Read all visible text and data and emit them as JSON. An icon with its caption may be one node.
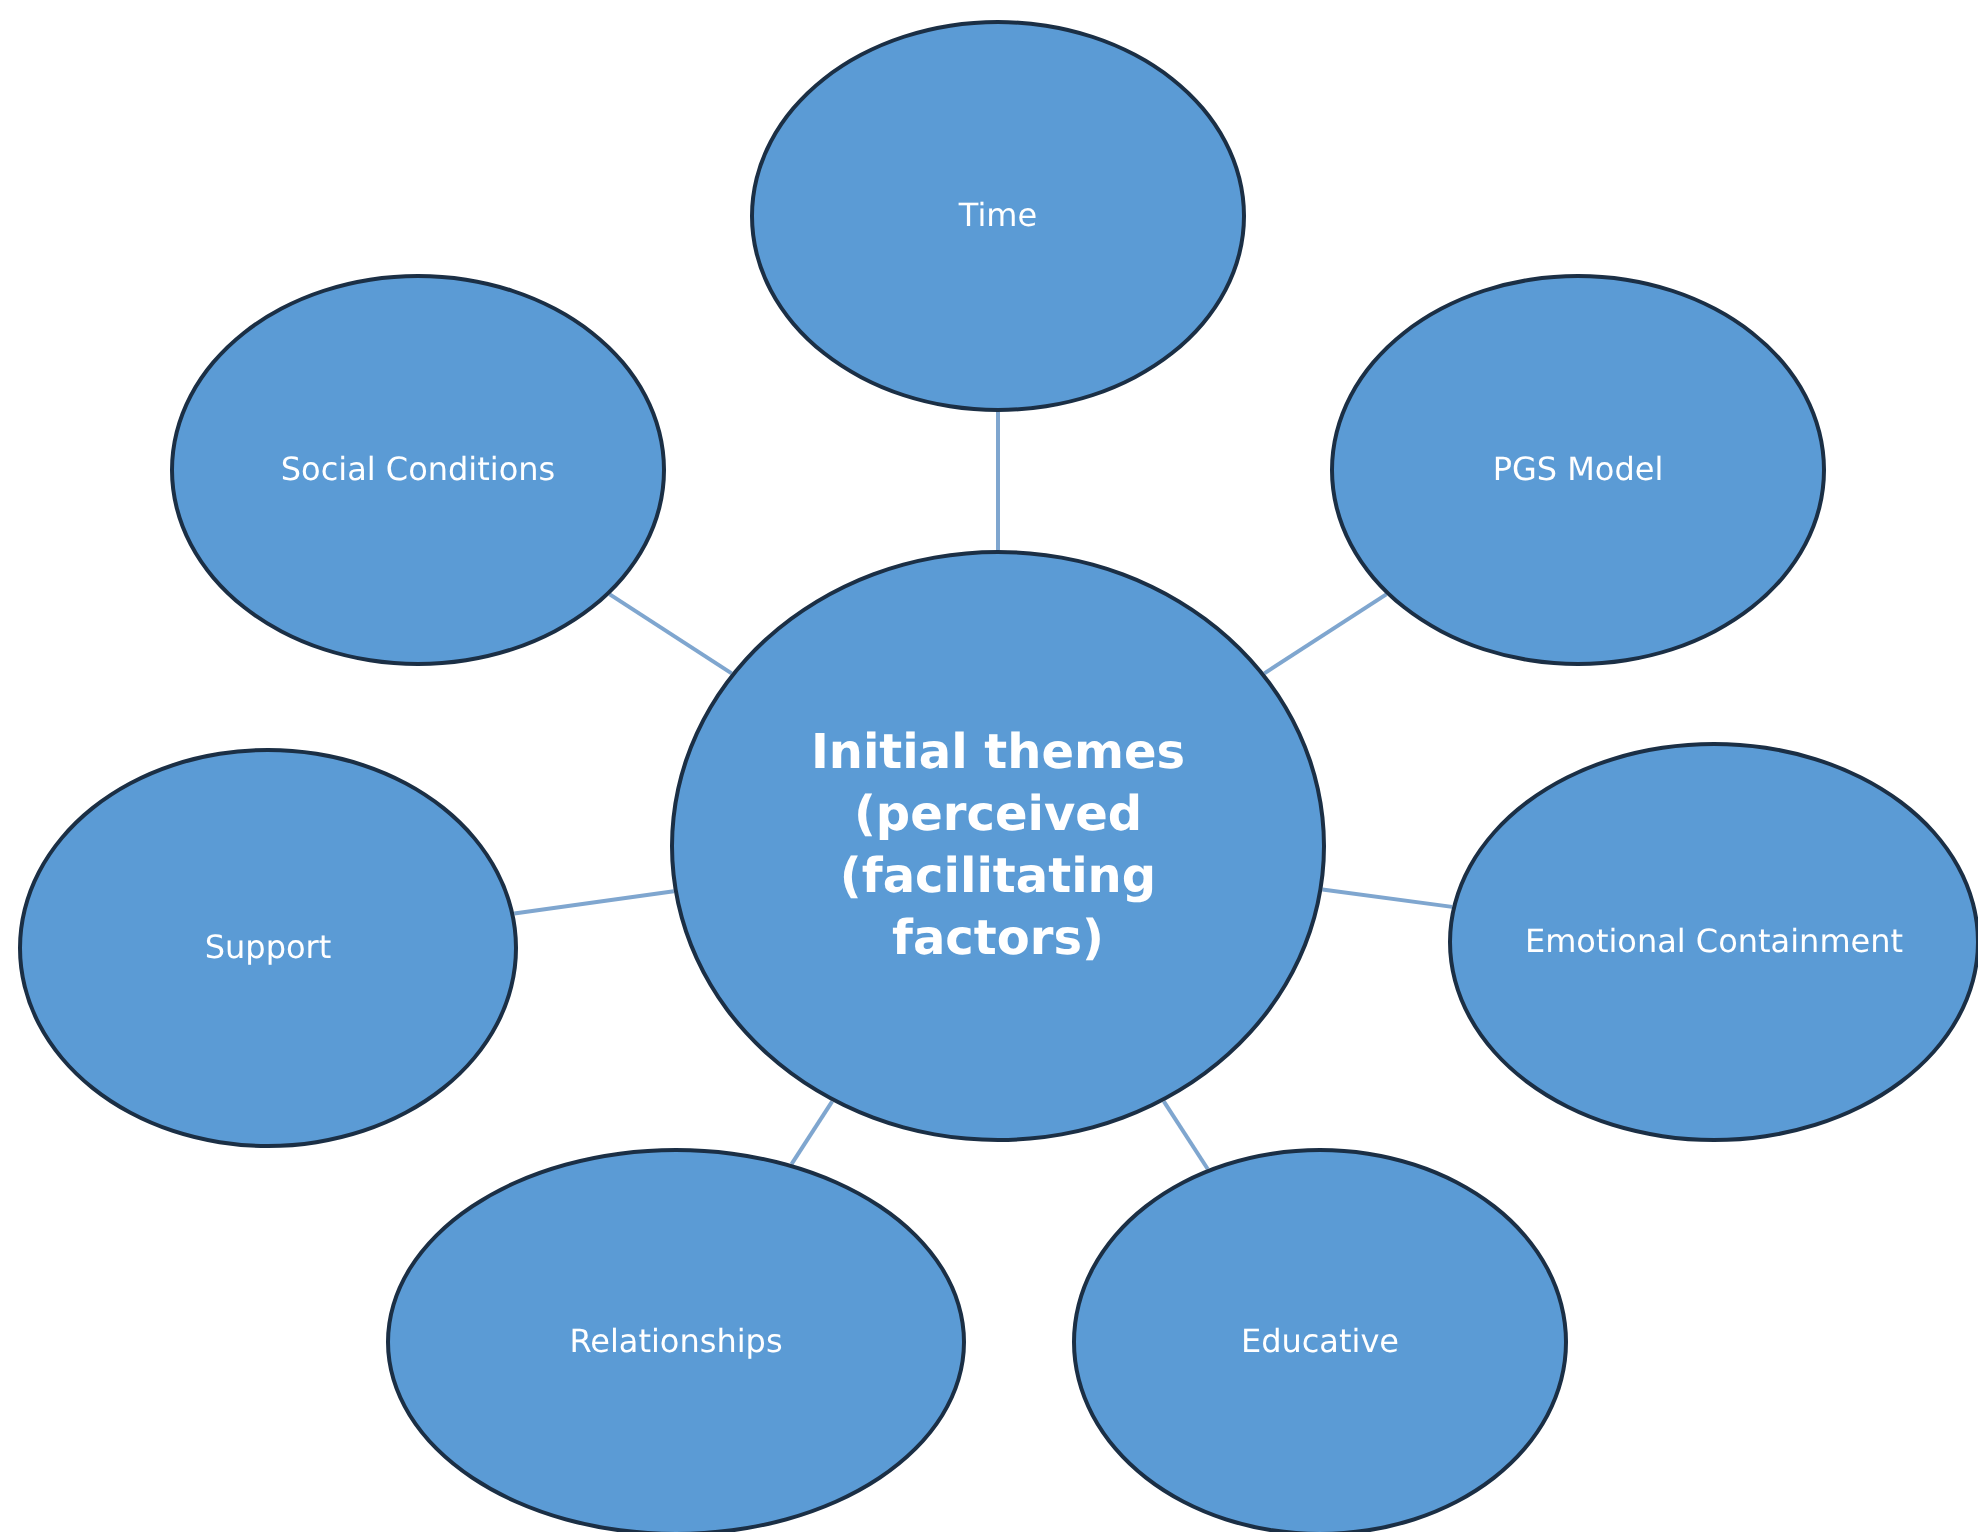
{
  "diagram": {
    "nodes": [
      {
        "text": [
          "Initial themes (perceived (facilitating factors)"
        ]
      },
      {
        "text": [
          "Time"
        ]
      },
      {
        "text": [
          "PGS Model"
        ]
      },
      {
        "text": [
          "Emotional Containment"
        ]
      },
      {
        "text": [
          "Educative"
        ]
      },
      {
        "text": [
          "Relationships"
        ]
      },
      {
        "text": [
          "Support"
        ]
      },
      {
        "text": [
          "Social Conditions"
        ]
      }
    ],
    "edges": [
      {
        "from": 0,
        "to": 1,
        "arrow": "none"
      },
      {
        "from": 0,
        "to": 2,
        "arrow": "none"
      },
      {
        "from": 0,
        "to": 3,
        "arrow": "none"
      },
      {
        "from": 0,
        "to": 4,
        "arrow": "none"
      },
      {
        "from": 0,
        "to": 5,
        "arrow": "none"
      },
      {
        "from": 0,
        "to": 6,
        "arrow": "none"
      },
      {
        "from": 0,
        "to": 7,
        "arrow": "none"
      }
    ]
  }
}
